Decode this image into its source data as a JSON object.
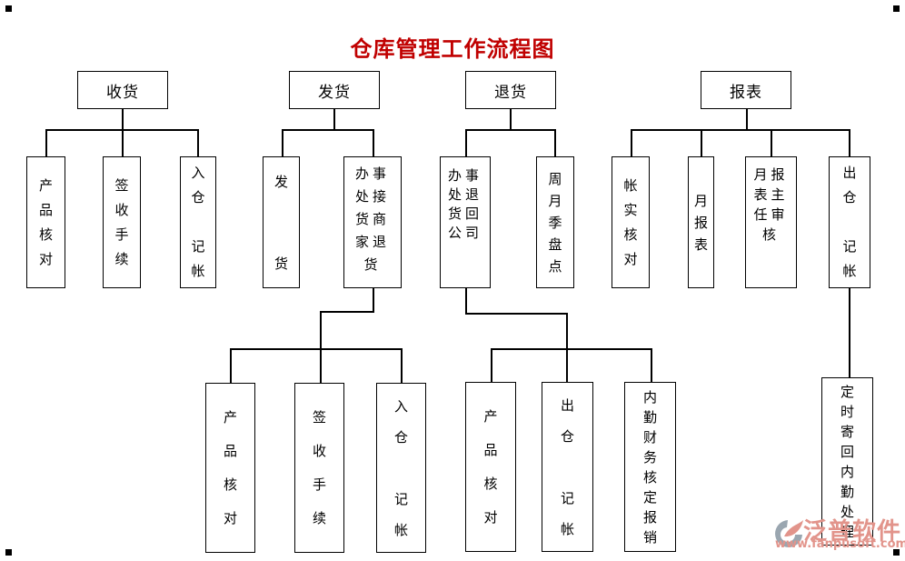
{
  "title": {
    "text": "仓库管理工作流程图",
    "color": "#c00000"
  },
  "colors": {
    "background": "#ffffff",
    "line": "#000000",
    "box_border": "#000000",
    "watermark": "#e2948b"
  },
  "flowchart": {
    "receiving": {
      "root": "收货",
      "product_check": {
        "label": "产品核对",
        "display": "产\n品\n核\n对"
      },
      "sign_procedure": {
        "label": "签收手续",
        "display": "签\n收\n手\n续"
      },
      "in_bookkeeping": {
        "label": "入仓 记帐",
        "display": "入\n仓\n\n记\n帐"
      }
    },
    "shipping": {
      "root": "发货",
      "ship_goods": {
        "label": "发货",
        "display": "发\n\n\n货"
      },
      "office_receive_returns": {
        "label": "办事处接货商家退货",
        "display": "办事\n处接\n货商\n家退\n货"
      },
      "sub": {
        "product_check": {
          "label": "产品核对",
          "display": "产\n品\n核\n对"
        },
        "sign_procedure": {
          "label": "签收手续",
          "display": "签\n收\n手\n续"
        },
        "in_bookkeeping": {
          "label": "入仓 记帐",
          "display": "入\n仓\n\n记\n帐"
        }
      }
    },
    "returns": {
      "root": "退货",
      "office_return_company": {
        "label": "办事处退货回公司",
        "display": "办事\n处退\n货回\n公司"
      },
      "periodic_stocktake": {
        "label": "周月季盘点",
        "display": "周\n月\n季\n盘\n点"
      },
      "sub": {
        "product_check": {
          "label": "产品核对",
          "display": "产\n品\n核\n对"
        },
        "out_bookkeeping": {
          "label": "出仓 记帐",
          "display": "出\n仓\n\n记\n帐"
        },
        "finance_reimburse": {
          "label": "内勤财务核定报销",
          "display": "内\n勤\n财\n务\n核\n定\n报\n销"
        }
      }
    },
    "reports": {
      "root": "报表",
      "account_check": {
        "label": "帐实核对",
        "display": "帐\n实\n核\n对"
      },
      "monthly_report": {
        "label": "月报表",
        "display": "月\n报\n表"
      },
      "report_review": {
        "label": "月报表主任审核",
        "display": "月报\n表主\n任审\n核"
      },
      "out_bookkeeping": {
        "label": "出仓 记帐",
        "display": "出\n仓\n\n记\n帐"
      },
      "sub": {
        "send_back_office": {
          "label": "定时寄回内勤处理",
          "display": "定\n时\n寄\n回\n内\n勤\n处\n理"
        }
      }
    }
  },
  "watermark": {
    "brand": "泛普软件",
    "url": "www.fanpusoft.com"
  }
}
